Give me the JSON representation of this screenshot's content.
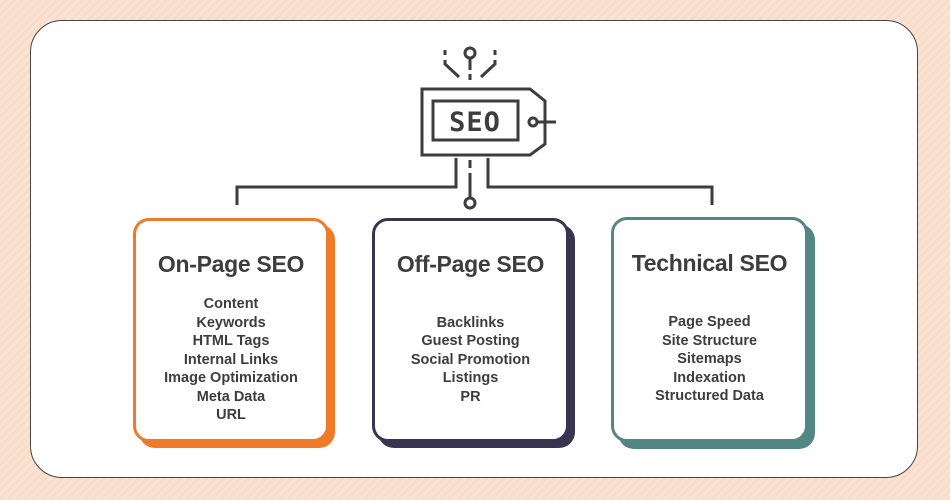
{
  "icon": {
    "name": "seo-tag-circuit-icon",
    "label": "SEO"
  },
  "colors": {
    "on_page": "#ee7a2a",
    "off_page": "#39344f",
    "technical": "#538784"
  },
  "cards": [
    {
      "title": "On-Page SEO",
      "items": [
        "Content",
        "Keywords",
        "HTML Tags",
        "Internal Links",
        "Image Optimization",
        "Meta Data",
        "URL"
      ]
    },
    {
      "title": "Off-Page SEO",
      "items": [
        "Backlinks",
        "Guest Posting",
        "Social Promotion",
        "Listings",
        "PR"
      ]
    },
    {
      "title": "Technical SEO",
      "items": [
        "Page Speed",
        "Site Structure",
        "Sitemaps",
        "Indexation",
        "Structured Data"
      ]
    }
  ]
}
